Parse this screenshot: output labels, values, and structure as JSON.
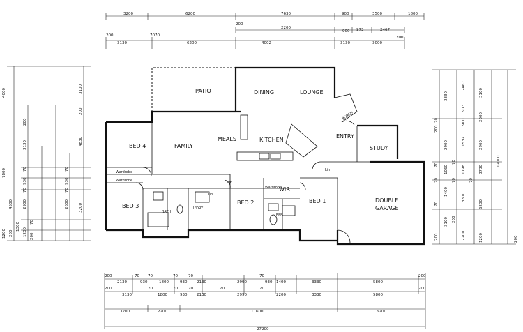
{
  "rooms": {
    "patio": "PATIO",
    "dining": "DINING",
    "lounge": "LOUNGE",
    "porch": "PORCH",
    "entry": "ENTRY",
    "study": "STUDY",
    "family": "FAMILY",
    "meals": "MEALS",
    "kitchen": "KITCHEN",
    "bed4": "BED 4",
    "bed3": "BED 3",
    "bed2": "BED 2",
    "bed1": "BED 1",
    "wir": "WIR",
    "ens": "ENS",
    "bath": "BATH",
    "double_garage_1": "DOUBLE",
    "double_garage_2": "GARAGE",
    "lndry": "L'DRY",
    "robe_1": "Wardrobe",
    "robe_2": "Wardrobe",
    "robe_3": "Wardrobe",
    "linen_1": "Lin",
    "linen_2": "Lin",
    "linen_3": "Lin"
  },
  "top_dims": {
    "row1": [
      "3200",
      "6200",
      "7630",
      "900",
      "3500",
      "1800"
    ],
    "row2": [
      "200",
      "2200",
      "900",
      "973",
      "2467"
    ],
    "row3": [
      "200",
      "70",
      "3130",
      "70",
      "6200",
      "4002",
      "3130",
      "3000",
      "200"
    ]
  },
  "bottom_dims": {
    "row1": [
      "200",
      "2130",
      "70",
      "930",
      "70",
      "1800",
      "70",
      "930",
      "70",
      "2130",
      "2990",
      "70",
      "930",
      "1400",
      "3330",
      "5800",
      "200"
    ],
    "row2": [
      "200",
      "3130",
      "70",
      "1800",
      "70",
      "930",
      "70",
      "2130",
      "70",
      "2990",
      "70",
      "2200",
      "3330",
      "5800",
      "200"
    ],
    "row3": [
      "3200",
      "2200",
      "11600",
      "6200"
    ],
    "row4": [
      "27200"
    ]
  },
  "left_dims": {
    "col1": [
      "4000",
      "7800",
      "1200",
      "200",
      "1300",
      "4500"
    ],
    "col2": [
      "200",
      "3130",
      "70",
      "930",
      "70",
      "2900",
      "70",
      "1200",
      "200"
    ],
    "col3": [
      "3100",
      "200",
      "4830",
      "70",
      "930",
      "70",
      "2600",
      "3200"
    ]
  },
  "right_dims": {
    "col1": [
      "3330",
      "70",
      "200",
      "2900",
      "70",
      "1060",
      "70",
      "1400",
      "70",
      "3100",
      "200"
    ],
    "col2": [
      "2467",
      "973",
      "900",
      "1532",
      "70",
      "1798",
      "70",
      "3800",
      "200",
      "2200"
    ],
    "col3": [
      "3100",
      "2000",
      "2900",
      "3730",
      "70",
      "6200",
      "1200"
    ],
    "col4": [
      "12000",
      "200"
    ]
  }
}
